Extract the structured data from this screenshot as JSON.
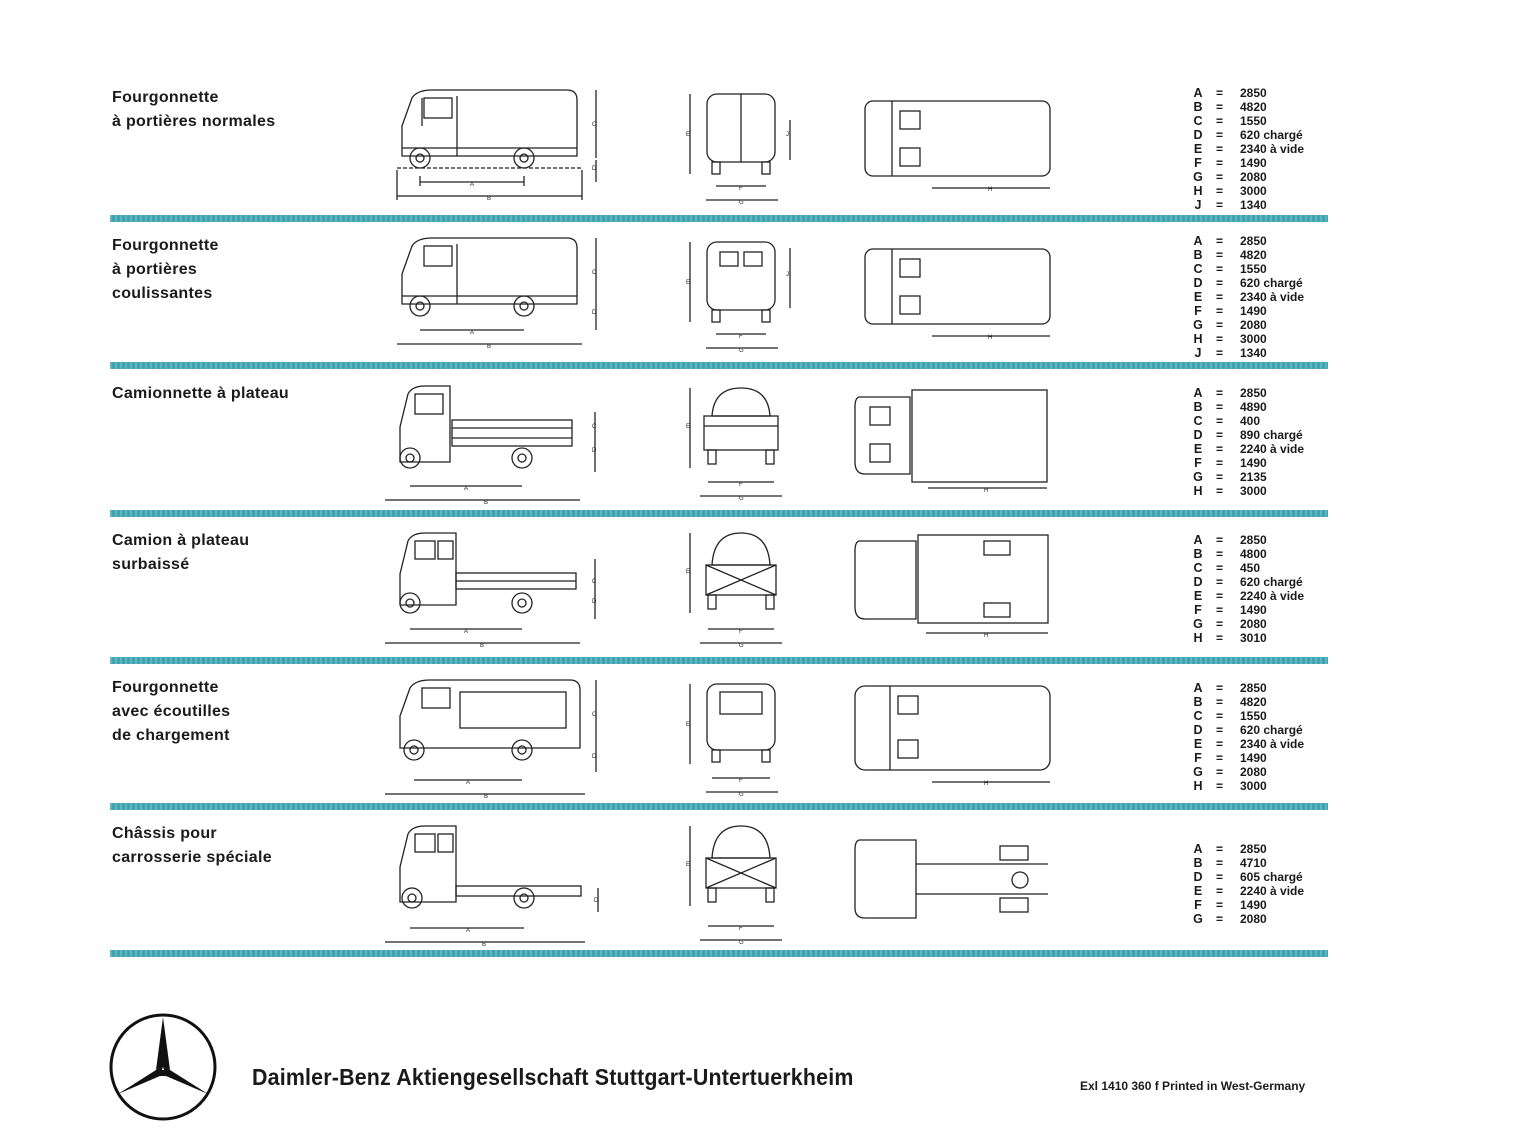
{
  "sections": [
    {
      "title": [
        "Fourgonnette",
        "à portières normales"
      ],
      "dims": [
        [
          "A",
          "=",
          "2850"
        ],
        [
          "B",
          "=",
          "4820"
        ],
        [
          "C",
          "=",
          "1550"
        ],
        [
          "D",
          "=",
          "620 chargé"
        ],
        [
          "E",
          "=",
          "2340 à vide"
        ],
        [
          "F",
          "=",
          "1490"
        ],
        [
          "G",
          "=",
          "2080"
        ],
        [
          "H",
          "=",
          "3000"
        ],
        [
          "J",
          "=",
          "1340"
        ]
      ]
    },
    {
      "title": [
        "Fourgonnette",
        "à portières",
        "coulissantes"
      ],
      "dims": [
        [
          "A",
          "=",
          "2850"
        ],
        [
          "B",
          "=",
          "4820"
        ],
        [
          "C",
          "=",
          "1550"
        ],
        [
          "D",
          "=",
          "620 chargé"
        ],
        [
          "E",
          "=",
          "2340 à vide"
        ],
        [
          "F",
          "=",
          "1490"
        ],
        [
          "G",
          "=",
          "2080"
        ],
        [
          "H",
          "=",
          "3000"
        ],
        [
          "J",
          "=",
          "1340"
        ]
      ]
    },
    {
      "title": [
        "Camionnette à plateau"
      ],
      "dims": [
        [
          "A",
          "=",
          "2850"
        ],
        [
          "B",
          "=",
          "4890"
        ],
        [
          "C",
          "=",
          "400"
        ],
        [
          "D",
          "=",
          "890 chargé"
        ],
        [
          "E",
          "=",
          "2240 à vide"
        ],
        [
          "F",
          "=",
          "1490"
        ],
        [
          "G",
          "=",
          "2135"
        ],
        [
          "H",
          "=",
          "3000"
        ]
      ]
    },
    {
      "title": [
        "Camion à plateau",
        "surbaissé"
      ],
      "dims": [
        [
          "A",
          "=",
          "2850"
        ],
        [
          "B",
          "=",
          "4800"
        ],
        [
          "C",
          "=",
          "450"
        ],
        [
          "D",
          "=",
          "620 chargé"
        ],
        [
          "E",
          "=",
          "2240 à vide"
        ],
        [
          "F",
          "=",
          "1490"
        ],
        [
          "G",
          "=",
          "2080"
        ],
        [
          "H",
          "=",
          "3010"
        ]
      ]
    },
    {
      "title": [
        "Fourgonnette",
        "avec écoutilles",
        "de chargement"
      ],
      "dims": [
        [
          "A",
          "=",
          "2850"
        ],
        [
          "B",
          "=",
          "4820"
        ],
        [
          "C",
          "=",
          "1550"
        ],
        [
          "D",
          "=",
          "620 chargé"
        ],
        [
          "E",
          "=",
          "2340 à vide"
        ],
        [
          "F",
          "=",
          "1490"
        ],
        [
          "G",
          "=",
          "2080"
        ],
        [
          "H",
          "=",
          "3000"
        ]
      ]
    },
    {
      "title": [
        "Châssis pour",
        "carrosserie spéciale"
      ],
      "dims": [
        [
          "A",
          "=",
          "2850"
        ],
        [
          "B",
          "=",
          "4710"
        ],
        [
          "D",
          "=",
          "605 chargé"
        ],
        [
          "E",
          "=",
          "2240 à vide"
        ],
        [
          "F",
          "=",
          "1490"
        ],
        [
          "G",
          "=",
          "2080"
        ]
      ]
    }
  ],
  "dimension_letters": {
    "a": "A",
    "b": "B",
    "c": "C",
    "d": "D",
    "e": "E",
    "f": "F",
    "g": "G",
    "h": "H",
    "j": "J"
  },
  "footer": {
    "company": "Daimler-Benz Aktiengesellschaft Stuttgart-Untertuerkheim",
    "print_info": "Exl 1410 360 f Printed in West-Germany"
  },
  "colors": {
    "separator": "#3fa4b0",
    "ink": "#1a1a1a"
  },
  "icons": {
    "logo": "three-pointed-star-logo"
  }
}
